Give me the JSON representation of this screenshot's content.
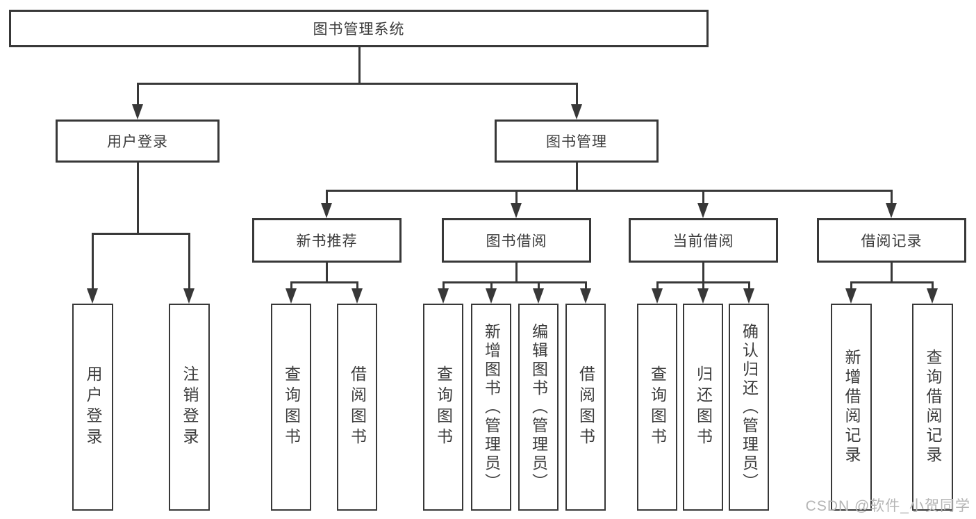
{
  "diagram": {
    "type": "hierarchy-tree",
    "line_color": "#383838",
    "box_background": "#ffffff",
    "text_color": "#3c3c3c",
    "watermark_color": "#b5b5b5"
  },
  "nodes": {
    "root": {
      "label": "图书管理系统"
    },
    "user_login": {
      "label": "用户登录"
    },
    "book_mgmt": {
      "label": "图书管理"
    },
    "new_book_rec": {
      "label": "新书推荐"
    },
    "book_borrow": {
      "label": "图书借阅"
    },
    "current_borrow": {
      "label": "当前借阅"
    },
    "borrow_record": {
      "label": "借阅记录"
    },
    "leaf_user_login": {
      "label": "用户登录"
    },
    "leaf_logout": {
      "label": "注销登录"
    },
    "leaf_rec_query": {
      "label": "查询图书"
    },
    "leaf_rec_borrow": {
      "label": "借阅图书"
    },
    "leaf_bb_query": {
      "label": "查询图书"
    },
    "leaf_bb_add": {
      "label": "新增图书（管理员）"
    },
    "leaf_bb_edit": {
      "label": "编辑图书（管理员）"
    },
    "leaf_bb_borrow": {
      "label": "借阅图书"
    },
    "leaf_cb_query": {
      "label": "查询图书"
    },
    "leaf_cb_return": {
      "label": "归还图书"
    },
    "leaf_cb_confirm": {
      "label": "确认归还（管理员）"
    },
    "leaf_br_add": {
      "label": "新增借阅记录"
    },
    "leaf_br_query": {
      "label": "查询借阅记录"
    }
  },
  "structure": {
    "图书管理系统": {
      "用户登录": [
        "用户登录",
        "注销登录"
      ],
      "图书管理": {
        "新书推荐": [
          "查询图书",
          "借阅图书"
        ],
        "图书借阅": [
          "查询图书",
          "新增图书（管理员）",
          "编辑图书（管理员）",
          "借阅图书"
        ],
        "当前借阅": [
          "查询图书",
          "归还图书",
          "确认归还（管理员）"
        ],
        "借阅记录": [
          "新增借阅记录",
          "查询借阅记录"
        ]
      }
    }
  },
  "watermark": {
    "text": "CSDN @软件_小贺同学"
  }
}
